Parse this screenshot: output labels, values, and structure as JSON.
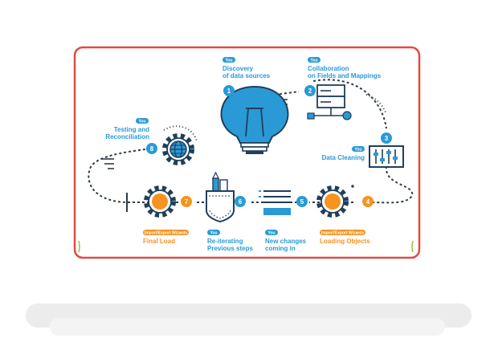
{
  "colors": {
    "frame": "#e14a43",
    "blue": "#2a9ad6",
    "blue_dark": "#1b6fa8",
    "orange": "#f7931e",
    "navy": "#1f3f5b",
    "dark": "#2f3b47",
    "ground": "#eceeef"
  },
  "badges": {
    "you": "You",
    "wizards": "Import/Export Wizards"
  },
  "steps": [
    {
      "num": "1",
      "line1": "Discovery",
      "line2": "of data sources",
      "badge": "You",
      "icon": "lightbulb-icon"
    },
    {
      "num": "2",
      "line1": "Collaboration",
      "line2": "on Fields and Mappings",
      "badge": "You",
      "icon": "server-network-icon"
    },
    {
      "num": "3",
      "line1": "Data Cleaning",
      "line2": "",
      "badge": "You",
      "icon": "sliders-icon"
    },
    {
      "num": "4",
      "line1": "Loading Objects",
      "line2": "",
      "badge": "Import/Export Wizards",
      "icon": "gear-icon"
    },
    {
      "num": "5",
      "line1": "New changes",
      "line2": "coming in",
      "badge": "You",
      "icon": "list-form-icon"
    },
    {
      "num": "6",
      "line1": "Re-iterating",
      "line2": "Previous steps",
      "badge": "You",
      "icon": "pencil-ruler-pocket-icon"
    },
    {
      "num": "7",
      "line1": "Final Load",
      "line2": "",
      "badge": "Import/Export Wizards",
      "icon": "gear-icon"
    },
    {
      "num": "8",
      "line1": "Testing and",
      "line2": "Reconciliation",
      "badge": "You",
      "icon": "globe-gear-icon"
    }
  ]
}
